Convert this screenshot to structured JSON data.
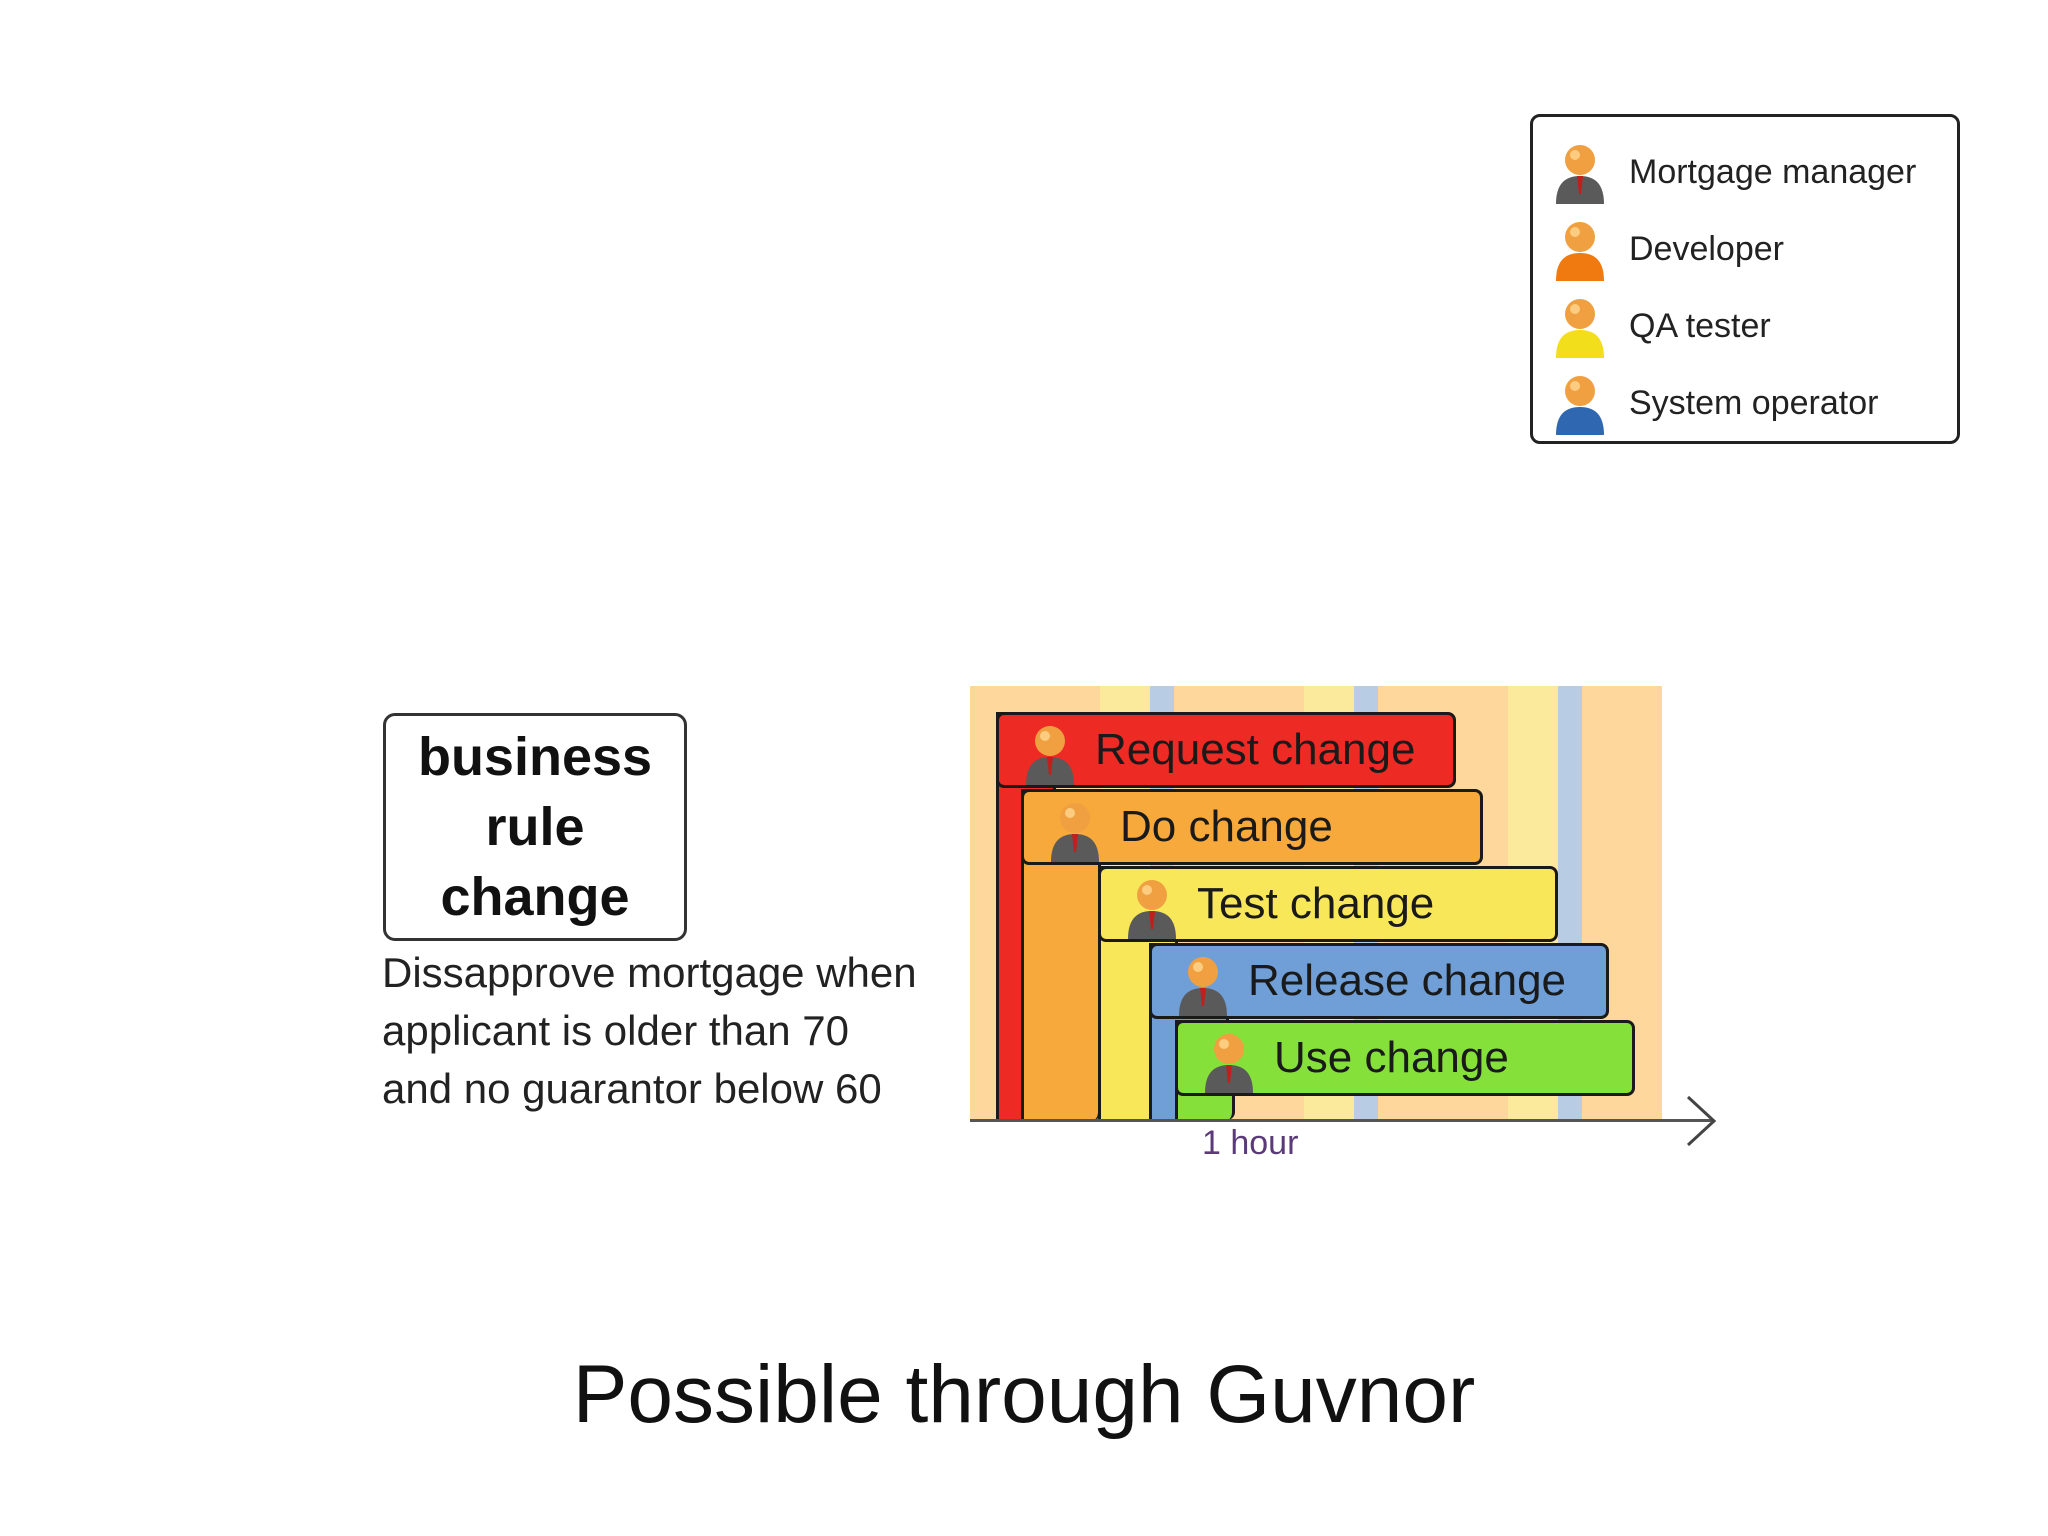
{
  "legend": {
    "items": [
      {
        "label": "Mortgage manager",
        "icon": "person-manager-icon",
        "color": "#5a5a5a"
      },
      {
        "label": "Developer",
        "icon": "person-developer-icon",
        "color": "#f07a10"
      },
      {
        "label": "QA tester",
        "icon": "person-qa-icon",
        "color": "#f2de1a"
      },
      {
        "label": "System operator",
        "icon": "person-operator-icon",
        "color": "#2f67b0"
      }
    ]
  },
  "rule": {
    "title": "business rule change",
    "description": "Dissapprove mortgage when\napplicant is older than 70\nand no guarantor below 60"
  },
  "timeline": {
    "axis_label": "1 hour",
    "steps": [
      {
        "label": "Request change",
        "color": "#ee2a24"
      },
      {
        "label": "Do change",
        "color": "#f7a93c"
      },
      {
        "label": "Test change",
        "color": "#f9e75a"
      },
      {
        "label": "Release change",
        "color": "#6f9fd6"
      },
      {
        "label": "Use change",
        "color": "#86e03a"
      }
    ]
  },
  "footer": {
    "title": "Possible through Guvnor"
  }
}
